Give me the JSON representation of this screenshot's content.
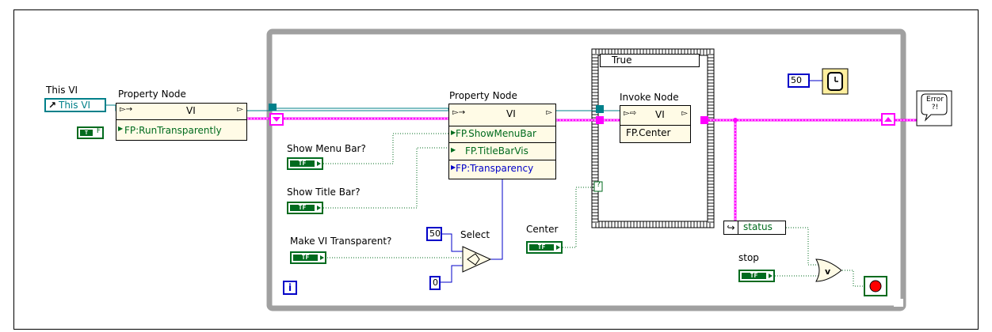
{
  "left": {
    "this_vi_label": "This VI",
    "this_vi_ref": "This VI",
    "property_node_label": "Property Node",
    "pn_class": "VI",
    "pn_property": "FP:RunTransparently"
  },
  "loop": {
    "property_node_label": "Property Node",
    "pn_class": "VI",
    "props": [
      "FP.ShowMenuBar",
      "FP.TitleBarVis",
      "FP:Transparency"
    ],
    "show_menu_bar_label": "Show Menu Bar?",
    "show_title_bar_label": "Show Title Bar?",
    "make_transparent_label": "Make VI Transparent?",
    "select_label": "Select",
    "const_50": "50",
    "const_0": "0",
    "center_label": "Center",
    "iteration_label": "i",
    "case_selector": "True",
    "invoke_node_label": "Invoke Node",
    "invoke_class": "VI",
    "invoke_method": "FP.Center",
    "wait_const": "50",
    "status_label": "status",
    "stop_label": "stop",
    "bool_text": "TF",
    "question_mark": "?"
  },
  "right": {
    "error_icon_text": "Error ?!"
  },
  "colors": {
    "boolean": "#006b1e",
    "numeric": "#0000c8",
    "error_wire": "#ff00ff",
    "reference": "#00808a",
    "loop_frame": "#a0a0a0"
  }
}
